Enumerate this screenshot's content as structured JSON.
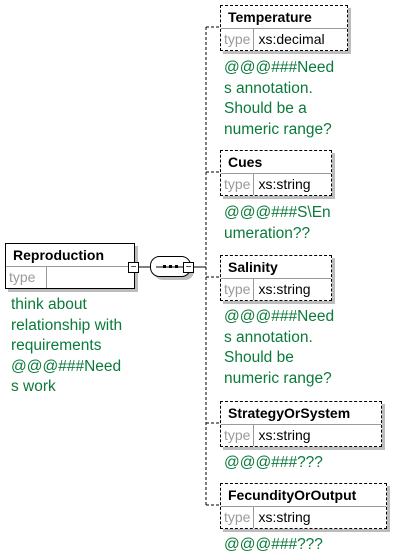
{
  "root": {
    "name": "Reproduction",
    "type_key": "type",
    "type_value": "",
    "annotation": "think about\nrelationship with\nrequirements\n@@@###Need\ns work"
  },
  "compositor": {
    "kind": "sequence"
  },
  "children": [
    {
      "name": "Temperature",
      "type_key": "type",
      "type_value": "xs:decimal",
      "annotation": "@@@###Need\ns annotation.\nShould be a\nnumeric range?"
    },
    {
      "name": "Cues",
      "type_key": "type",
      "type_value": "xs:string",
      "annotation": "@@@###S\\En\numeration??"
    },
    {
      "name": "Salinity",
      "type_key": "type",
      "type_value": "xs:string",
      "annotation": "@@@###Need\ns annotation.\nShould be\nnumeric range?"
    },
    {
      "name": "StrategyOrSystem",
      "type_key": "type",
      "type_value": "xs:string",
      "annotation": "@@@###???"
    },
    {
      "name": "FecundityOrOutput",
      "type_key": "type",
      "type_value": "xs:string",
      "annotation": "@@@###???"
    }
  ],
  "colors": {
    "annotation": "#0b7a3b",
    "type_key": "#9a9a9a",
    "shadow": "#bdbdbd"
  }
}
